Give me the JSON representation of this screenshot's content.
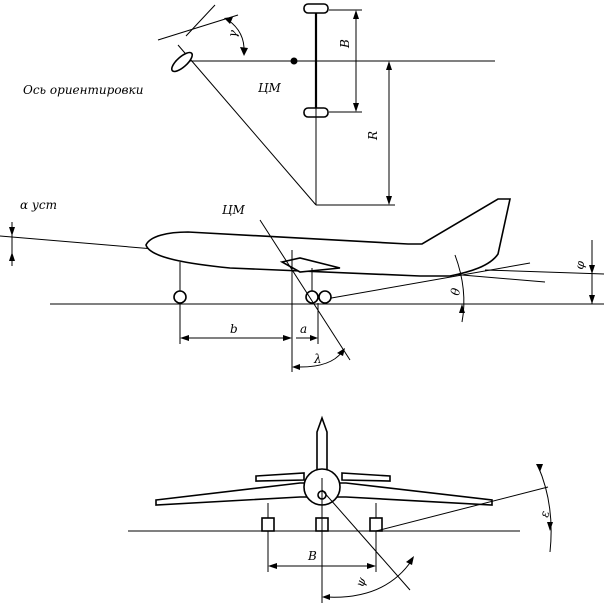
{
  "top_view": {
    "axis_label": "Ось ориентировки",
    "cm_label": "ЦМ",
    "track_label": "B",
    "radius_label": "R",
    "angle_label": "γ"
  },
  "side_view": {
    "cm_label": "ЦМ",
    "install_angle_label": "α уст",
    "dim_b_label": "b",
    "dim_a_label": "a",
    "lambda_label": "λ",
    "theta_label": "θ",
    "phi_label": "φ"
  },
  "front_view": {
    "track_label": "B",
    "psi_label": "ψ",
    "epsilon_label": "ε"
  },
  "colors": {
    "ink": "#000000",
    "paper": "#ffffff"
  }
}
